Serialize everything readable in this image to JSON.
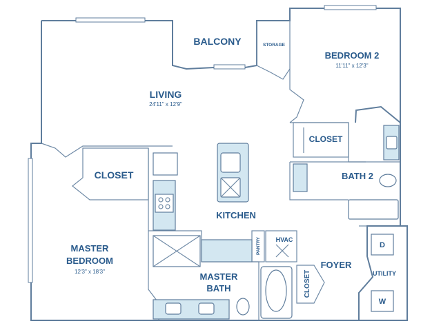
{
  "rooms": {
    "balcony": {
      "name": "BALCONY"
    },
    "storage": {
      "name": "STORAGE"
    },
    "bedroom2": {
      "name": "BEDROOM 2",
      "size": "11'11\" x 12'3\""
    },
    "living": {
      "name": "LIVING",
      "size": "24'11\" x 12'9\""
    },
    "closet_master": {
      "name": "CLOSET"
    },
    "closet_bed2": {
      "name": "CLOSET"
    },
    "bath2": {
      "name": "BATH 2"
    },
    "kitchen": {
      "name": "KITCHEN"
    },
    "master_bedroom": {
      "name_line1": "MASTER",
      "name_line2": "BEDROOM",
      "size": "12'3\" x 18'3\""
    },
    "master_bath": {
      "name_line1": "MASTER",
      "name_line2": "BATH"
    },
    "hvac": {
      "name": "HVAC"
    },
    "foyer": {
      "name": "FOYER"
    },
    "closet_foyer": {
      "name": "CLOSET"
    },
    "utility": {
      "name": "UTILITY"
    },
    "pantry": {
      "name": "PANTRY"
    }
  },
  "appliances": {
    "dryer": "D",
    "washer": "W"
  },
  "colors": {
    "wall": "#5f7d9c",
    "label": "#2a5b8c",
    "fixture_fill": "#d3e7f1",
    "background": "#ffffff"
  }
}
